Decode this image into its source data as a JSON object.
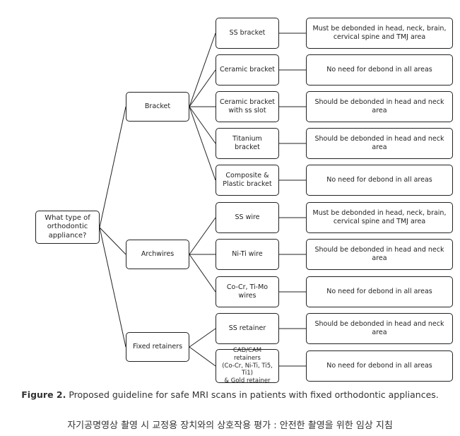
{
  "root": "What type of\northodontic\nappliance?",
  "categories": [
    "Bracket",
    "Archwires",
    "Fixed retainers"
  ],
  "appliances": [
    "SS bracket",
    "Ceramic bracket",
    "Ceramic bracket\nwith ss slot",
    "Titanium bracket",
    "Composite &\nPlastic bracket",
    "SS wire",
    "Ni-Ti wire",
    "Co-Cr, Ti-Mo wires",
    "SS retainer",
    "CAD/CAM retainers\n(Co-Cr, Ni-Ti, Ti5, Ti1)\n& Gold retainer"
  ],
  "recommendations": [
    "Must be debonded in head, neck, brain,\ncervical spine and TMJ area",
    "No need for debond in all areas",
    "Should be debonded in head and neck area",
    "Should be debonded in head and neck area",
    "No need for debond in all areas",
    "Must be debonded in head, neck, brain,\ncervical spine and TMJ area",
    "Should be debonded in head and neck area",
    "No need for debond in all areas",
    "Should be debonded in head and neck area",
    "No need for debond in all areas"
  ],
  "caption": {
    "label": "Figure 2.",
    "text": " Proposed guideline for safe MRI scans in patients with fixed orthodontic appliances."
  },
  "korean_title": "자기공명영상 촬영 시 교정용 장치와의 상호작용 평가 : 안전한 촬영을 위한 임상 지침"
}
